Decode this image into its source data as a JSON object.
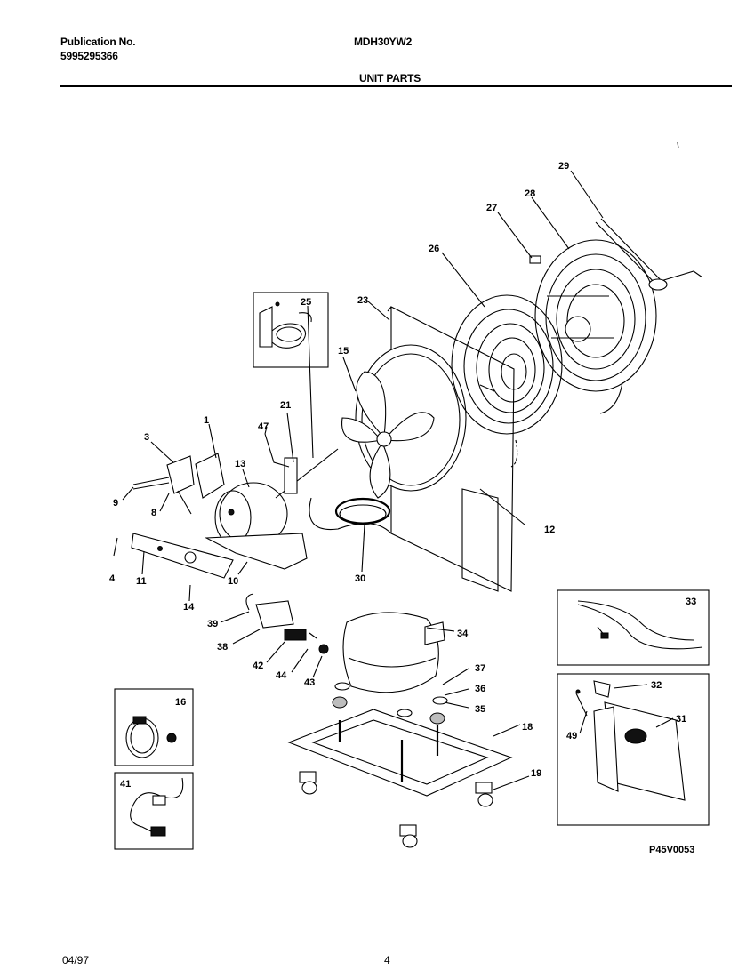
{
  "header": {
    "publication_label": "Publication No.",
    "publication_number": "5995295366",
    "model": "MDH30YW2",
    "section_title": "UNIT PARTS"
  },
  "diagram": {
    "callouts": [
      "1",
      "3",
      "4",
      "8",
      "9",
      "10",
      "11",
      "12",
      "13",
      "14",
      "15",
      "16",
      "18",
      "19",
      "21",
      "23",
      "25",
      "26",
      "27",
      "28",
      "29",
      "30",
      "31",
      "32",
      "33",
      "34",
      "35",
      "36",
      "37",
      "38",
      "39",
      "41",
      "42",
      "43",
      "44",
      "47",
      "49"
    ],
    "drawing_code": "P45V0053"
  },
  "footer": {
    "date": "04/97",
    "page": "4"
  }
}
